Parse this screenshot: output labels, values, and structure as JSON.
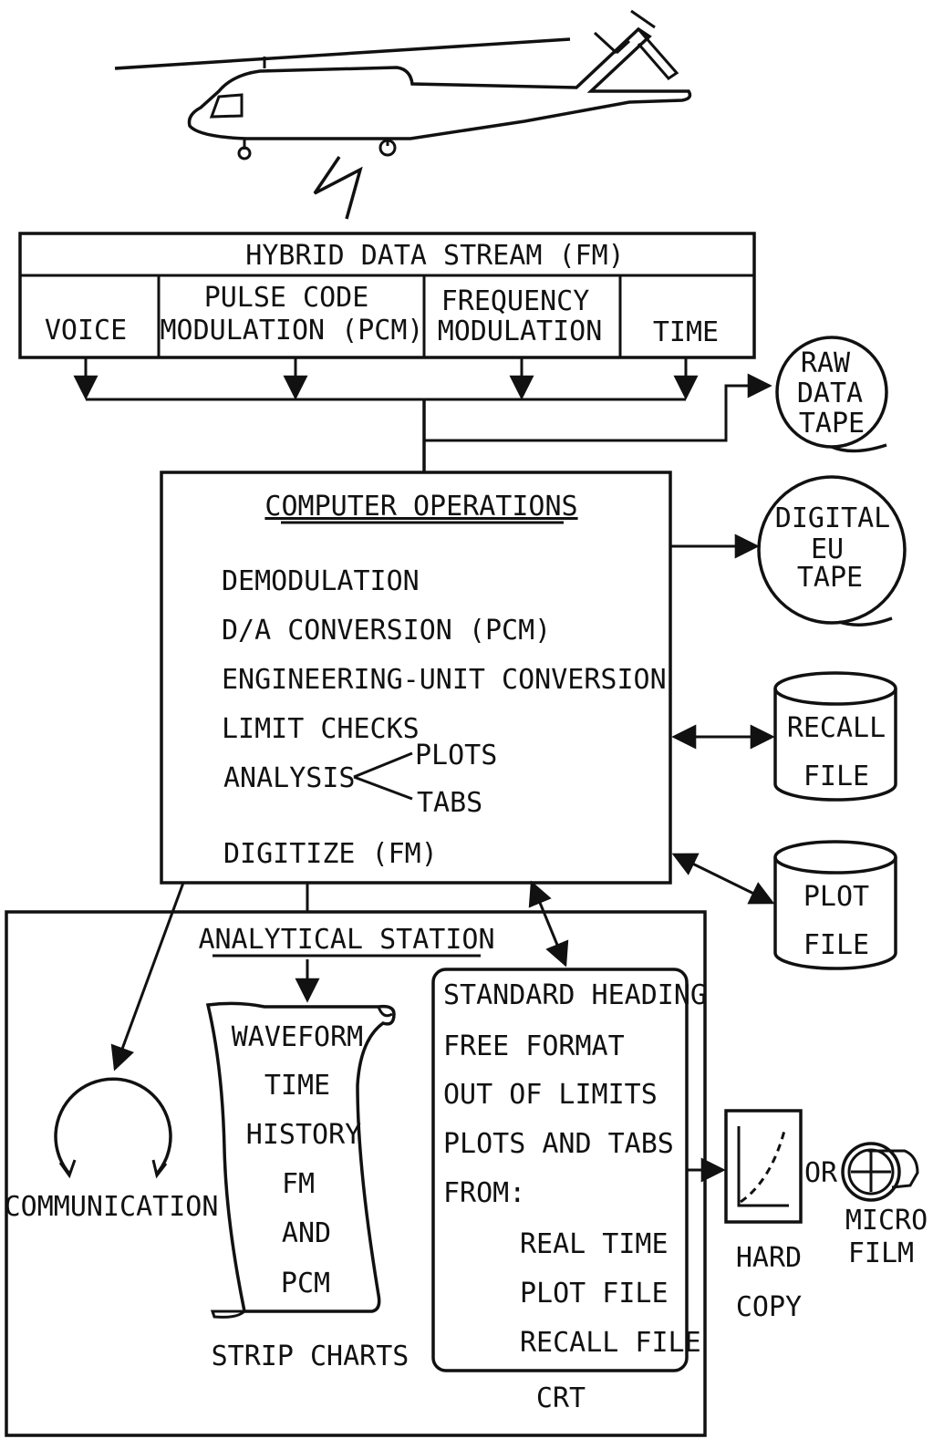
{
  "hybrid": {
    "title": "HYBRID DATA STREAM (FM)",
    "voice": "VOICE",
    "pcm_line1": "PULSE CODE",
    "pcm_line2": "MODULATION (PCM)",
    "freq_line1": "FREQUENCY",
    "freq_line2": "MODULATION",
    "time": "TIME"
  },
  "tapes": {
    "raw": [
      "RAW",
      "DATA",
      "TAPE"
    ],
    "digital": [
      "DIGITAL",
      "EU",
      "TAPE"
    ]
  },
  "files": {
    "recall": [
      "RECALL",
      "FILE"
    ],
    "plot": [
      "PLOT",
      "FILE"
    ]
  },
  "computer": {
    "title": "COMPUTER OPERATIONS",
    "ops": [
      "DEMODULATION",
      "D/A CONVERSION (PCM)",
      "ENGINEERING-UNIT CONVERSION",
      "LIMIT CHECKS"
    ],
    "analysis": "ANALYSIS",
    "plots": "PLOTS",
    "tabs": "TABS",
    "digitize": "DIGITIZE (FM)"
  },
  "station": {
    "title": "ANALYTICAL STATION",
    "communication": "COMMUNICATION",
    "strip_lines": [
      "WAVEFORM",
      "TIME",
      "HISTORY",
      "FM",
      "AND",
      "PCM"
    ],
    "strip_caption": "STRIP CHARTS",
    "crt_lines": [
      "STANDARD HEADING",
      "FREE FORMAT",
      "OUT OF LIMITS",
      "PLOTS AND TABS",
      "FROM:"
    ],
    "crt_sources": [
      "REAL TIME",
      "PLOT FILE",
      "RECALL FILE"
    ],
    "crt_caption": "CRT"
  },
  "output": {
    "hard": [
      "HARD",
      "COPY"
    ],
    "or": "OR",
    "micro": [
      "MICRO",
      "FILM"
    ]
  }
}
